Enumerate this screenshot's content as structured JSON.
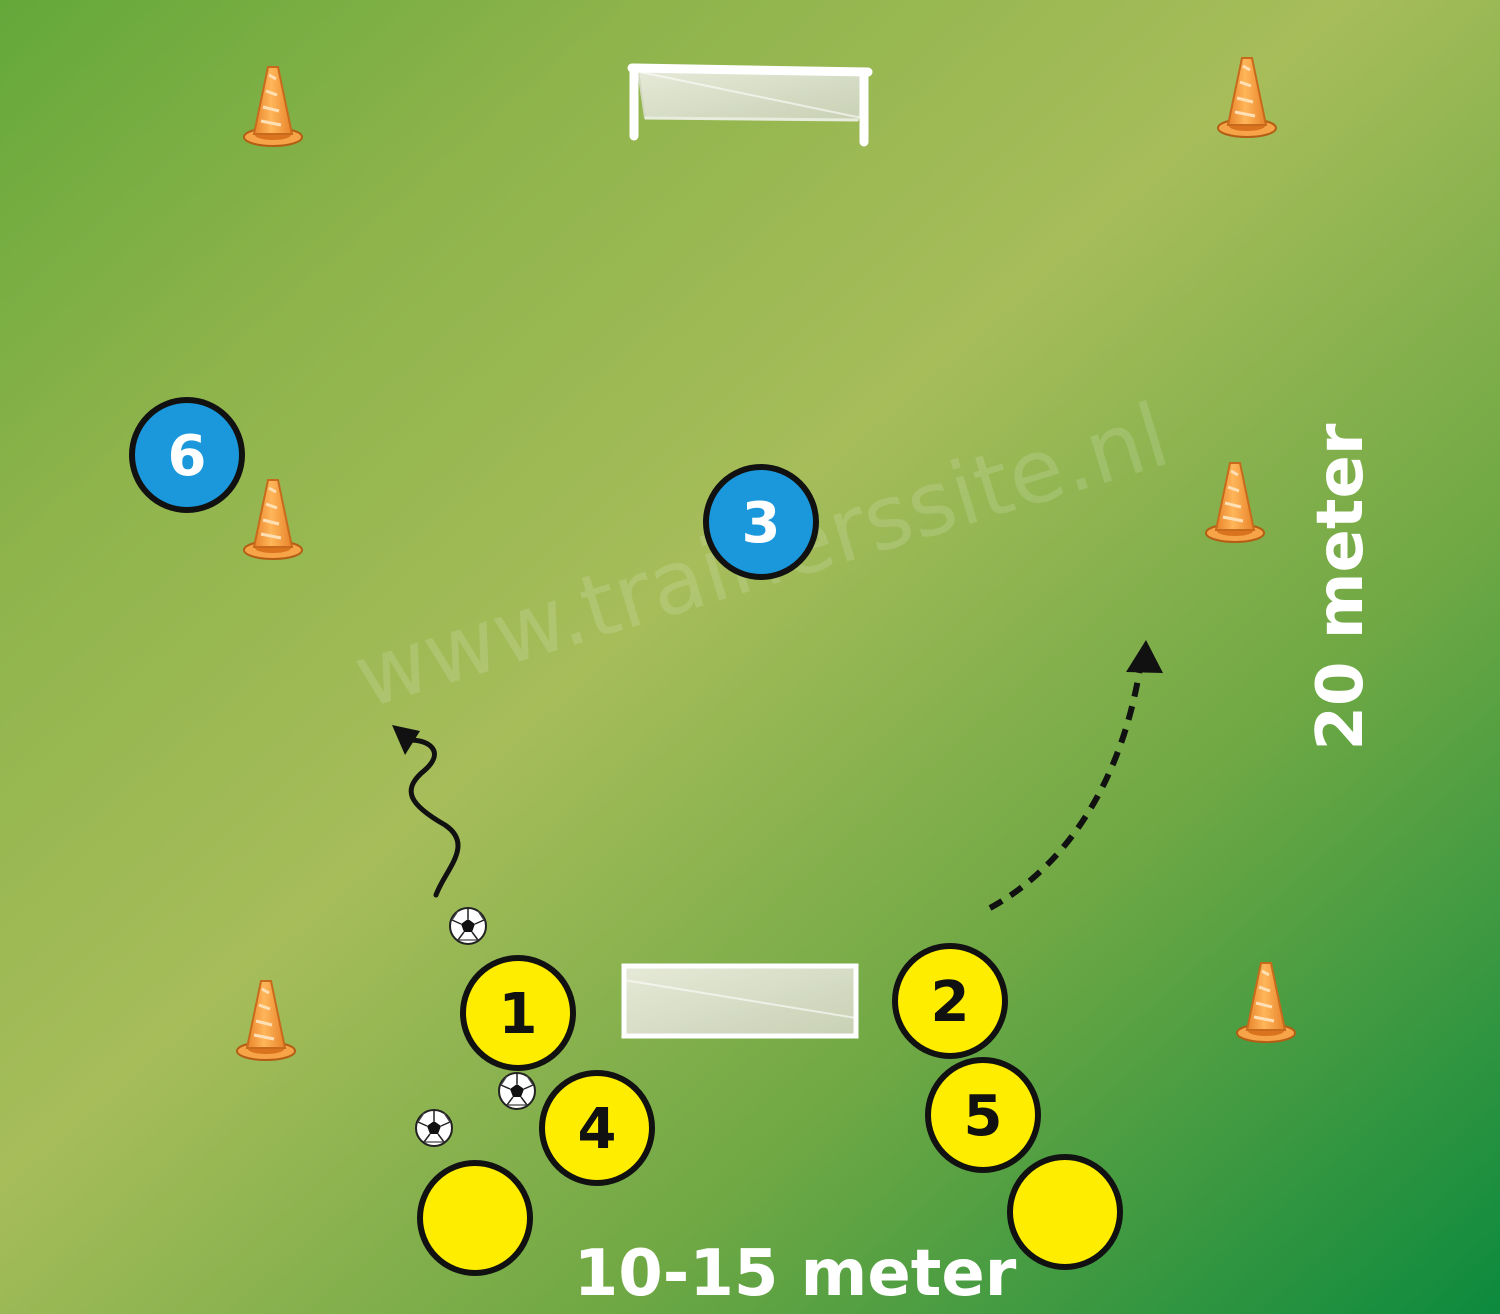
{
  "watermark": "www.trainerssite.nl",
  "labels": {
    "width": "10-15 meter",
    "length": "20 meter"
  },
  "players": {
    "blue": [
      "6",
      "3"
    ],
    "yellow": [
      "1",
      "2",
      "4",
      "5"
    ]
  },
  "colors": {
    "field_light": "#a6bd5a",
    "field_dark": "#0c8a3e",
    "blue_player": "#1b98db",
    "yellow_player": "#ffed00",
    "cone": "#f39a3a",
    "label": "#ffffff"
  },
  "icons": [
    "cone-icon",
    "soccer-ball-icon",
    "goal-icon",
    "dribble-arrow-icon",
    "run-arrow-icon"
  ]
}
